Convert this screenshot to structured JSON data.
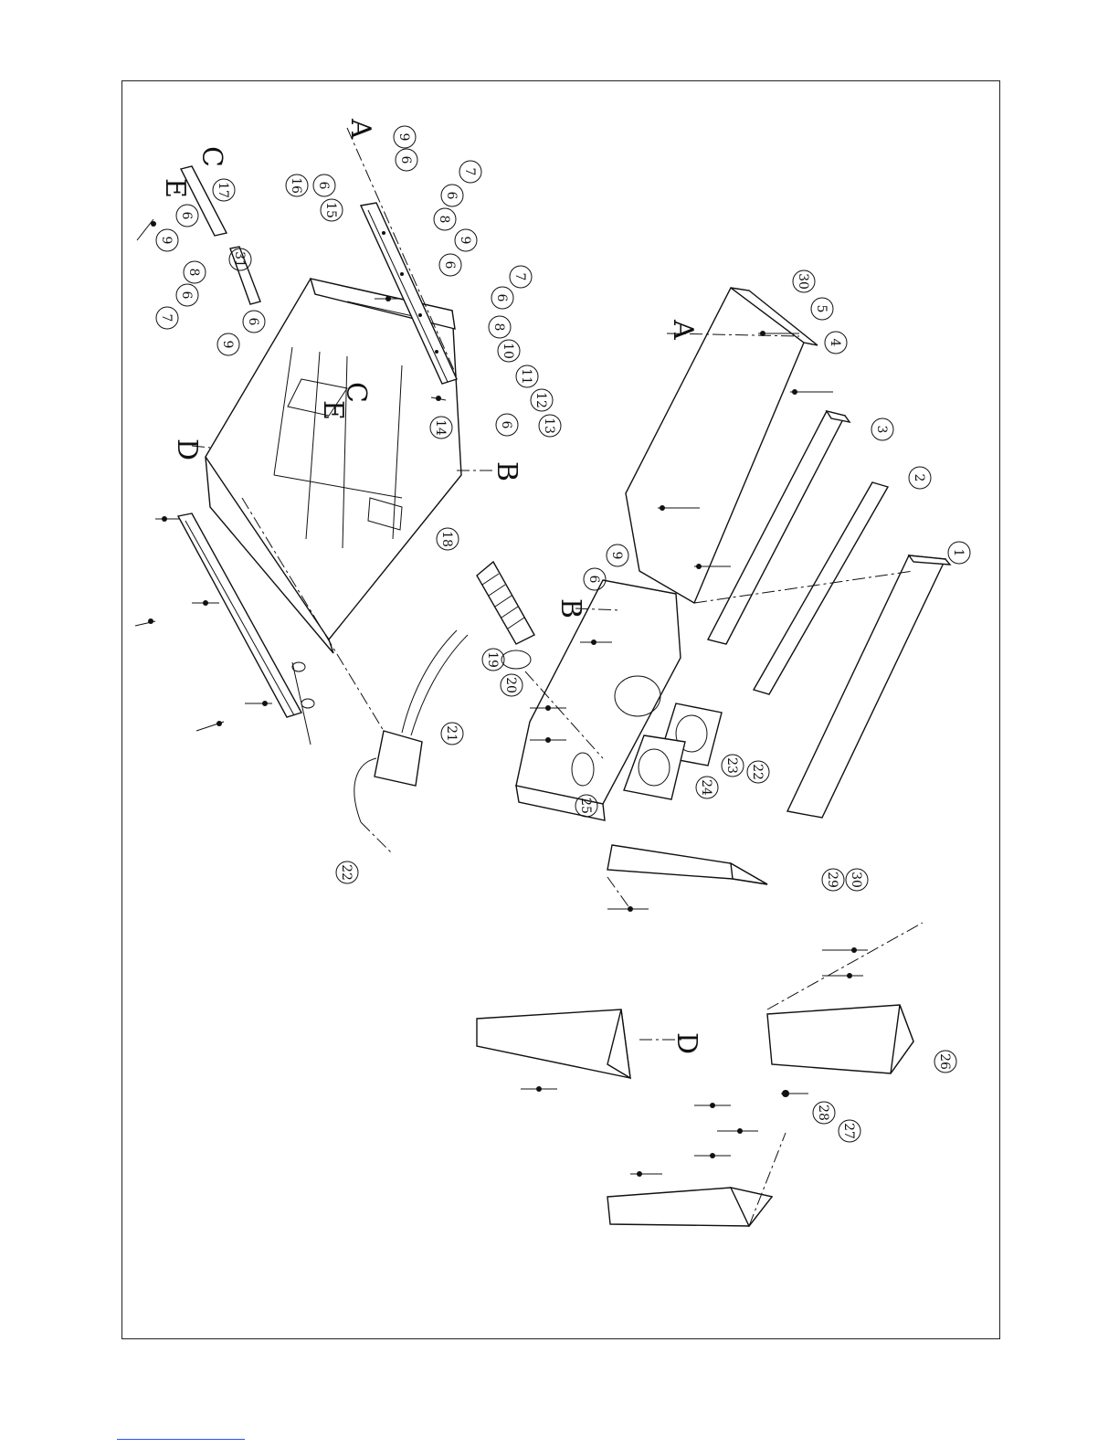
{
  "diagram": {
    "callouts": [
      {
        "id": "c1",
        "label": "1"
      },
      {
        "id": "c2",
        "label": "2"
      },
      {
        "id": "c3",
        "label": "3"
      },
      {
        "id": "c4",
        "label": "4"
      },
      {
        "id": "c5",
        "label": "5"
      },
      {
        "id": "c6a",
        "label": "6"
      },
      {
        "id": "c6b",
        "label": "6"
      },
      {
        "id": "c6c",
        "label": "6"
      },
      {
        "id": "c6d",
        "label": "6"
      },
      {
        "id": "c6e",
        "label": "6"
      },
      {
        "id": "c6f",
        "label": "6"
      },
      {
        "id": "c6g",
        "label": "6"
      },
      {
        "id": "c6h",
        "label": "6"
      },
      {
        "id": "c6i",
        "label": "6"
      },
      {
        "id": "c6j",
        "label": "6"
      },
      {
        "id": "c7a",
        "label": "7"
      },
      {
        "id": "c7b",
        "label": "7"
      },
      {
        "id": "c7c",
        "label": "7"
      },
      {
        "id": "c8a",
        "label": "8"
      },
      {
        "id": "c8b",
        "label": "8"
      },
      {
        "id": "c8c",
        "label": "8"
      },
      {
        "id": "c9a",
        "label": "9"
      },
      {
        "id": "c9b",
        "label": "9"
      },
      {
        "id": "c9c",
        "label": "9"
      },
      {
        "id": "c9d",
        "label": "9"
      },
      {
        "id": "c9e",
        "label": "9"
      },
      {
        "id": "c10",
        "label": "10"
      },
      {
        "id": "c11",
        "label": "11"
      },
      {
        "id": "c12",
        "label": "12"
      },
      {
        "id": "c13",
        "label": "13"
      },
      {
        "id": "c14",
        "label": "14"
      },
      {
        "id": "c15",
        "label": "15"
      },
      {
        "id": "c16",
        "label": "16"
      },
      {
        "id": "c17",
        "label": "17"
      },
      {
        "id": "c18",
        "label": "18"
      },
      {
        "id": "c19",
        "label": "19"
      },
      {
        "id": "c20",
        "label": "20"
      },
      {
        "id": "c21",
        "label": "21"
      },
      {
        "id": "c22a",
        "label": "22"
      },
      {
        "id": "c22b",
        "label": "22"
      },
      {
        "id": "c23",
        "label": "23"
      },
      {
        "id": "c24",
        "label": "24"
      },
      {
        "id": "c25",
        "label": "25"
      },
      {
        "id": "c26",
        "label": "26"
      },
      {
        "id": "c27",
        "label": "27"
      },
      {
        "id": "c28",
        "label": "28"
      },
      {
        "id": "c29",
        "label": "29"
      },
      {
        "id": "c30a",
        "label": "30"
      },
      {
        "id": "c30b",
        "label": "30"
      },
      {
        "id": "c31",
        "label": "31"
      }
    ],
    "letters": [
      {
        "id": "A1",
        "label": "A"
      },
      {
        "id": "A2",
        "label": "A"
      },
      {
        "id": "B1",
        "label": "B"
      },
      {
        "id": "B2",
        "label": "B"
      },
      {
        "id": "C1",
        "label": "C"
      },
      {
        "id": "C2",
        "label": "C"
      },
      {
        "id": "D1",
        "label": "D"
      },
      {
        "id": "D2",
        "label": "D"
      },
      {
        "id": "E1",
        "label": "E"
      },
      {
        "id": "E2",
        "label": "E"
      }
    ]
  }
}
